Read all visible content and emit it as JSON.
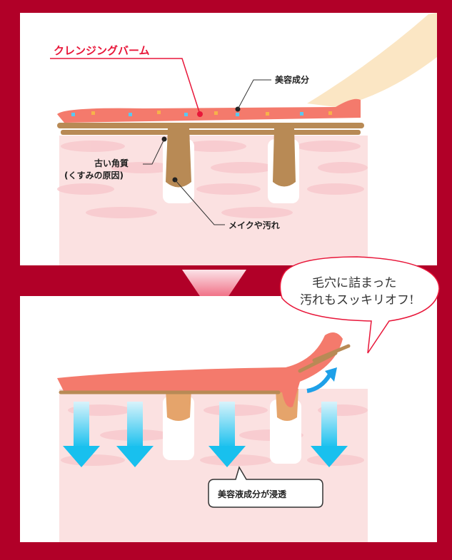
{
  "top_panel": {
    "balm_label": "クレンジングバーム",
    "beauty_ingredient_label": "美容成分",
    "old_keratin_label": "古い角質",
    "old_keratin_sub": "(くすみの原因)",
    "makeup_dirt_label": "メイクや汚れ"
  },
  "bottom_panel": {
    "bubble_line1": "毛穴に詰まった",
    "bubble_line2": "汚れもスッキリオフ!",
    "penetration_label": "美容液成分が浸透"
  },
  "colors": {
    "frame": "#b10028",
    "balm": "#f47a6c",
    "keratin": "#b88a55",
    "skin": "#fbe1e1",
    "arrow": "#1ec3ef",
    "accent": "#e8173a"
  }
}
